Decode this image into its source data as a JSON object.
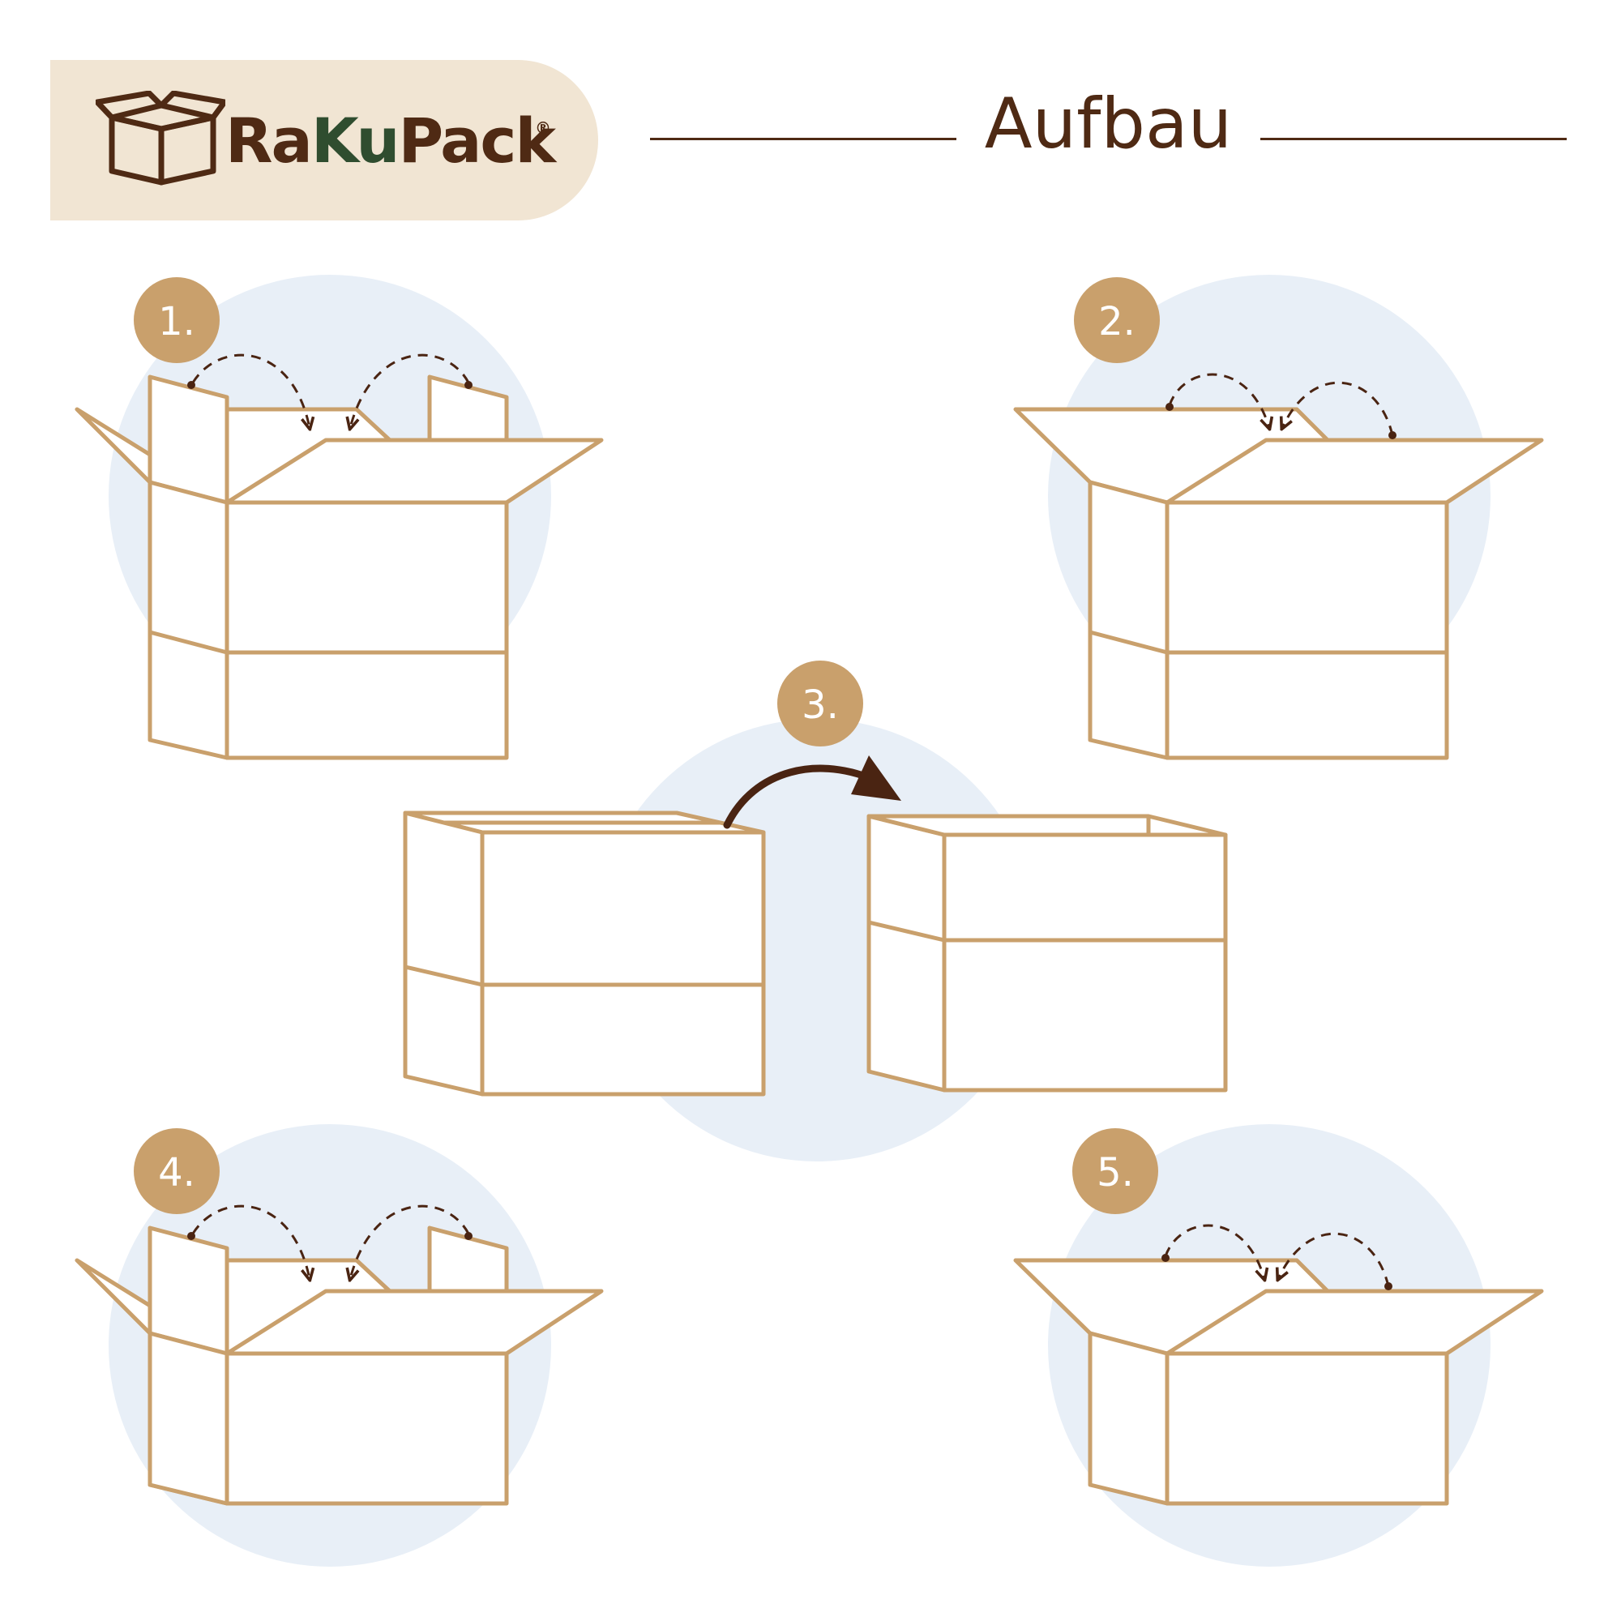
{
  "brand": {
    "name_part1": "Ra",
    "name_part2": "Ku",
    "name_part3": "Pack",
    "registered": "®"
  },
  "title": "Aufbau",
  "steps": [
    {
      "label": "1."
    },
    {
      "label": "2."
    },
    {
      "label": "3."
    },
    {
      "label": "4."
    },
    {
      "label": "5."
    }
  ],
  "colors": {
    "brown": "#4f2a14",
    "green": "#2f4d2f",
    "kraft": "#c9a06c",
    "badge": "#f1e5d3",
    "circle": "#e8eff7",
    "arrow": "#4a2412"
  }
}
